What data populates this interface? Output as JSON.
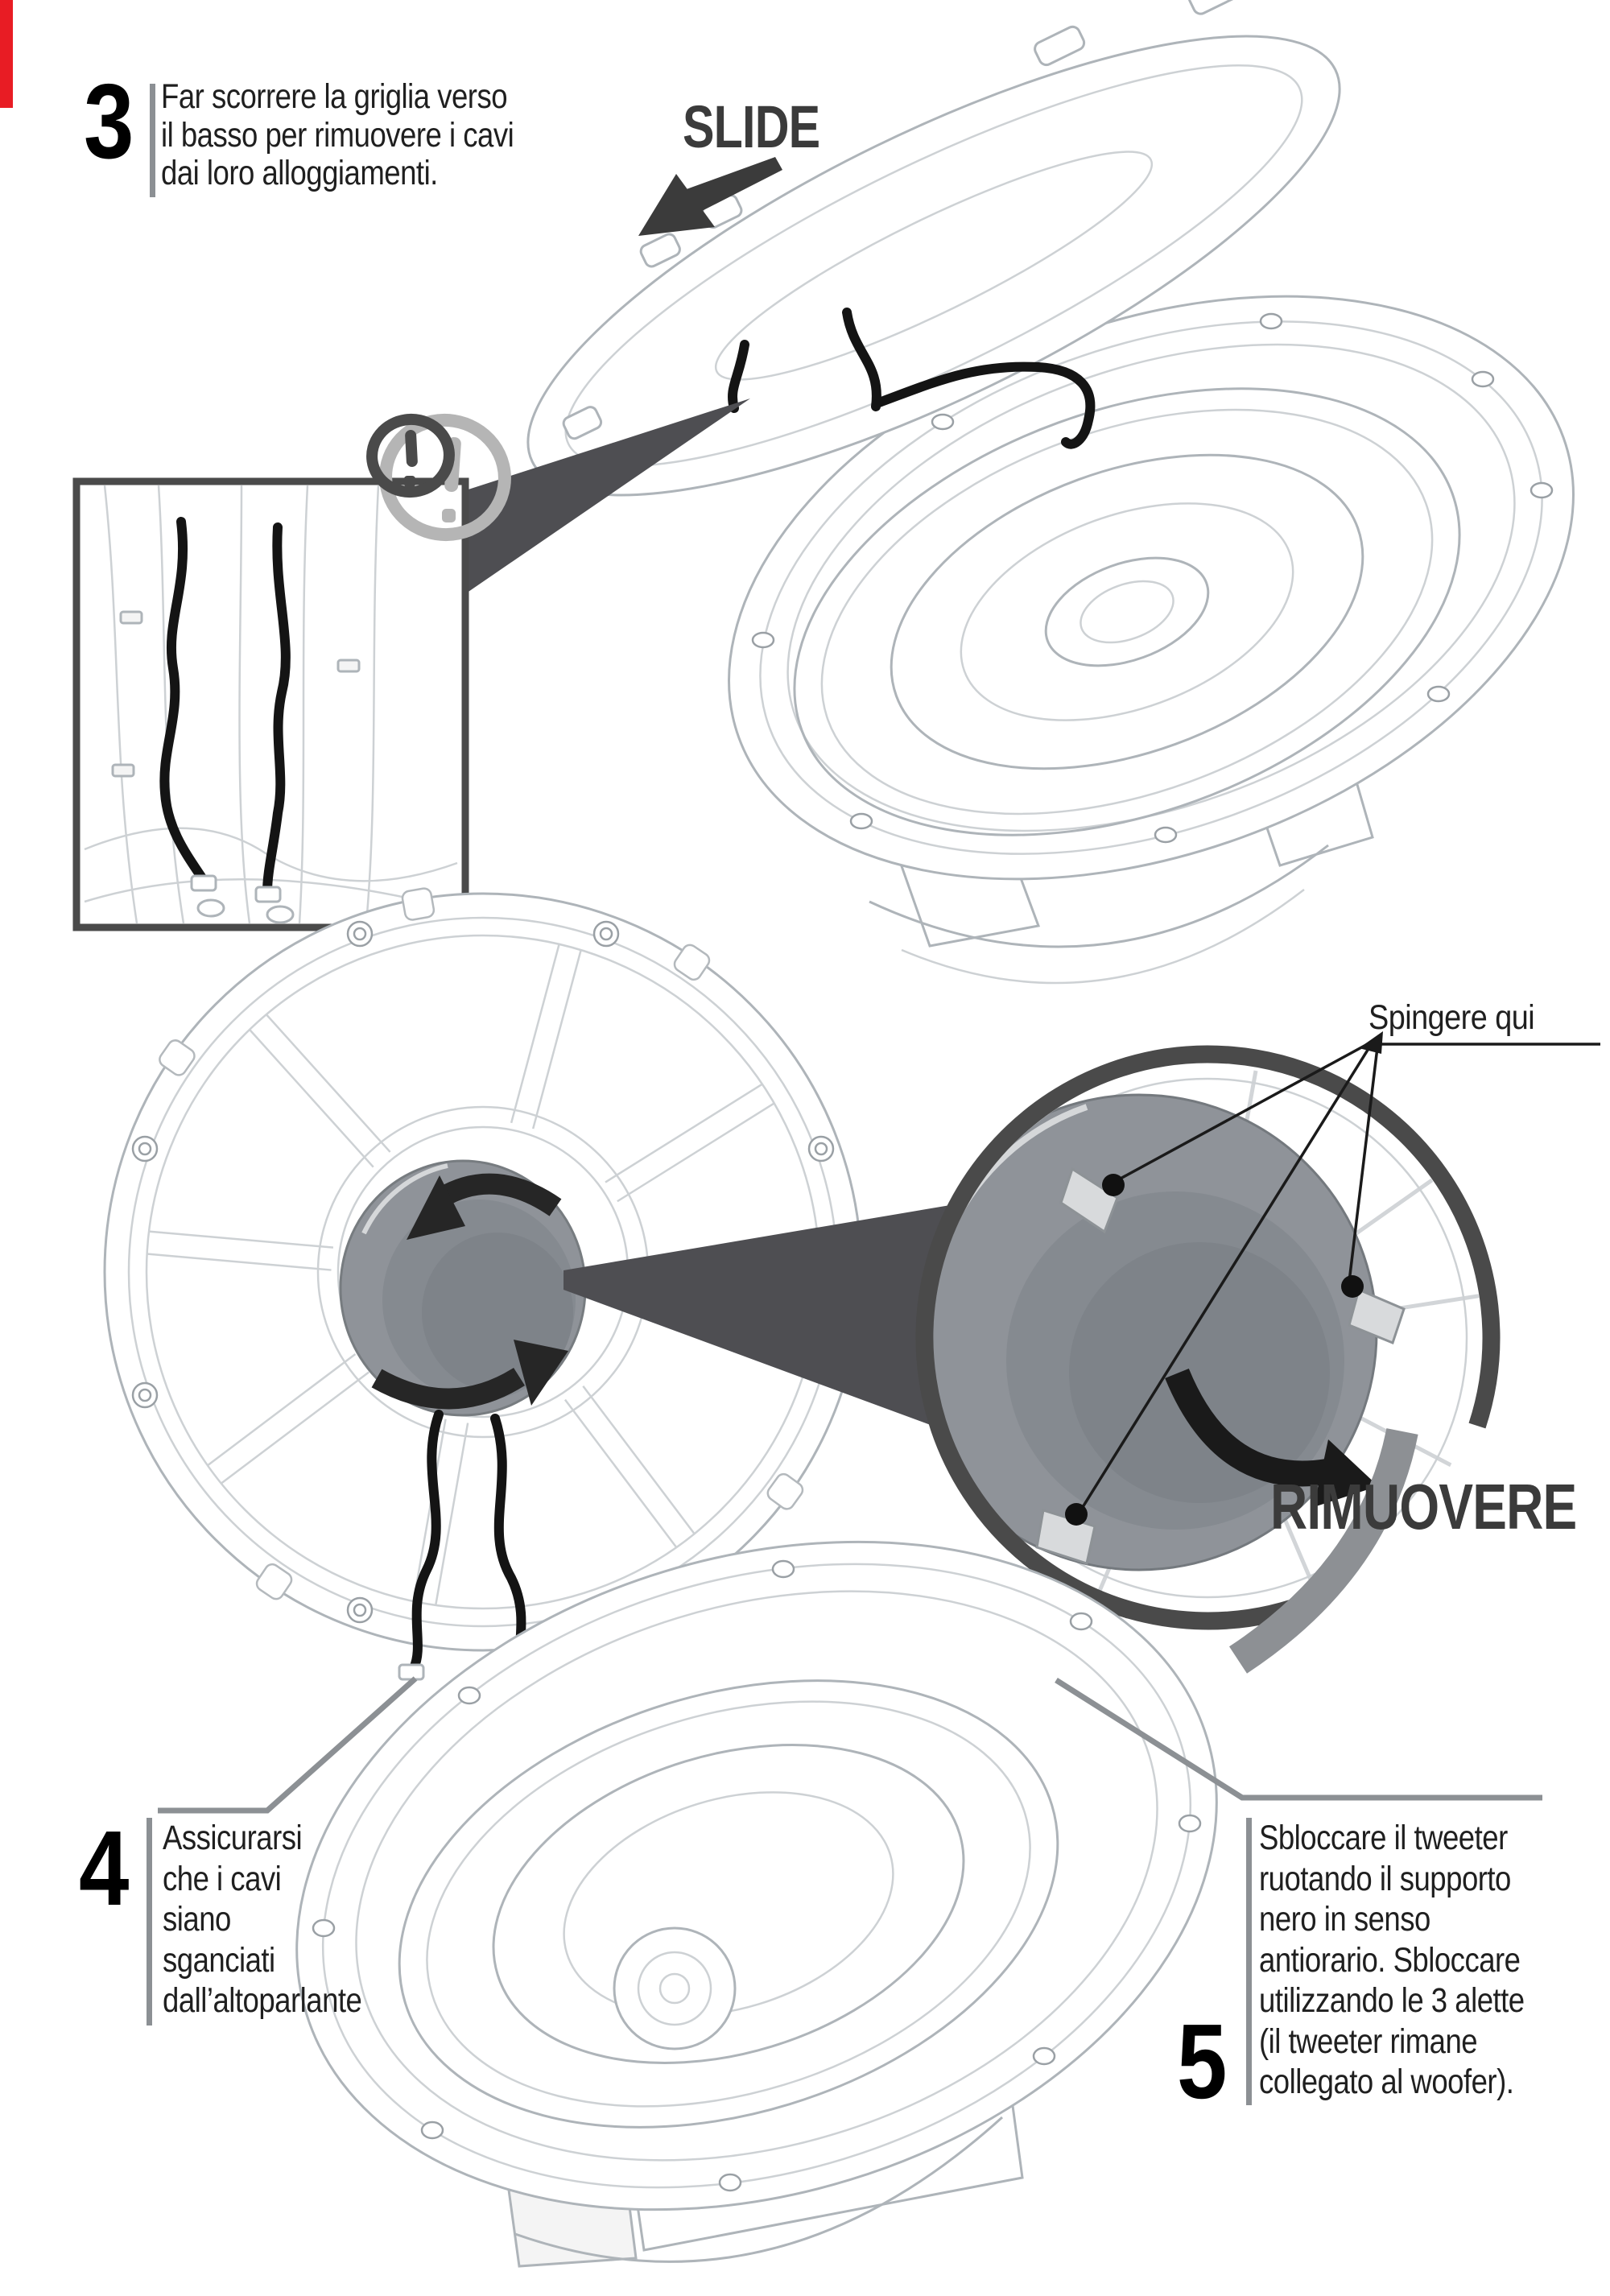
{
  "steps": {
    "step3": {
      "number": "3",
      "lines": [
        "Far scorrere la griglia verso",
        "il basso per rimuovere i cavi",
        "dai loro alloggiamenti."
      ]
    },
    "step4": {
      "number": "4",
      "lines": [
        "Assicurarsi",
        "che i cavi",
        "siano",
        "sganciati",
        "dall’altoparlante"
      ]
    },
    "step5": {
      "number": "5",
      "lines": [
        "Sbloccare il tweeter",
        "ruotando il supporto",
        "nero in senso",
        "antiorario. Sbloccare",
        "utilizzando le 3 alette",
        "(il tweeter rimane",
        "collegato al woofer)."
      ]
    }
  },
  "labels": {
    "slide": "SLIDE",
    "rimuovere": "RIMUOVERE",
    "spingere_qui": "Spingere qui"
  },
  "colors": {
    "accent_red": "#e81c24",
    "label_dark": "#3b3b3b",
    "ring_dark": "#4a4a4a",
    "leader_gray": "#8c9094",
    "wedge_dark": "#4e4e52"
  },
  "icons": {
    "warning": "exclamation-circle-icon",
    "slide_arrow": "arrow-down-left-icon",
    "rotate_counterclockwise": "rotate-ccw-arrow-icon",
    "rotate_remove": "rotate-cw-arrow-icon",
    "magnifier_wedge": "zoom-callout-wedge",
    "grille_detail": "speaker-grille-figure",
    "woofer_detail": "speaker-woofer-figure",
    "tweeter_zoom": "tweeter-mount-zoom-figure"
  }
}
